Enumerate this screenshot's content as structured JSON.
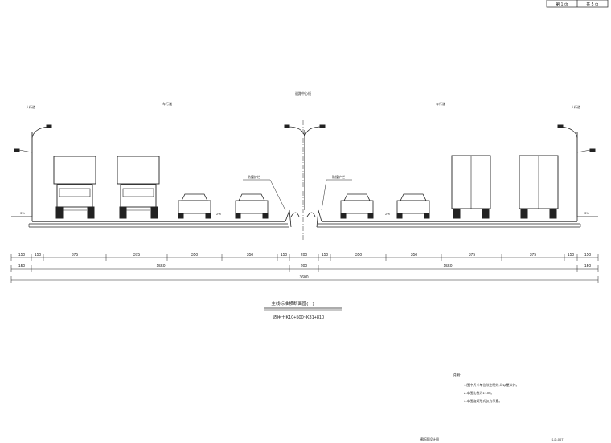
{
  "sheet": {
    "page_label": "第 1 页",
    "total_label": "共 5 页",
    "drawing_number": "S-D-007",
    "footer_title": "横断面设计图"
  },
  "labels": {
    "left_sidewalk": "人行道",
    "left_lanes": "车行道",
    "median_line": "道路中心线",
    "right_lanes": "车行道",
    "right_sidewalk": "人行道",
    "left_barrier": "防撞护栏",
    "right_barrier": "防撞护栏",
    "slope_left_outer": "3%",
    "slope_left_inner": "2%",
    "slope_right_inner": "2%",
    "slope_right_outer": "3%"
  },
  "title": {
    "main": "主线标准横断面图(一)",
    "sub": "适用于K10+500~K31+810"
  },
  "notes": {
    "heading": "说明:",
    "items": [
      "1.图中尺寸单位除注明外,均以厘米计。",
      "2.本图比例为1:100。",
      "3.本图路灯形式仅为示意。"
    ]
  },
  "dims_row1": [
    "150",
    "150",
    "375",
    "375",
    "350",
    "350",
    "150",
    "200",
    "150",
    "350",
    "350",
    "375",
    "375",
    "150",
    "150"
  ],
  "dims_row2": [
    "150",
    "1550",
    "200",
    "1550",
    "150"
  ],
  "dims_total": "3600",
  "colors": {
    "ink": "#222222",
    "paper": "#ffffff"
  }
}
